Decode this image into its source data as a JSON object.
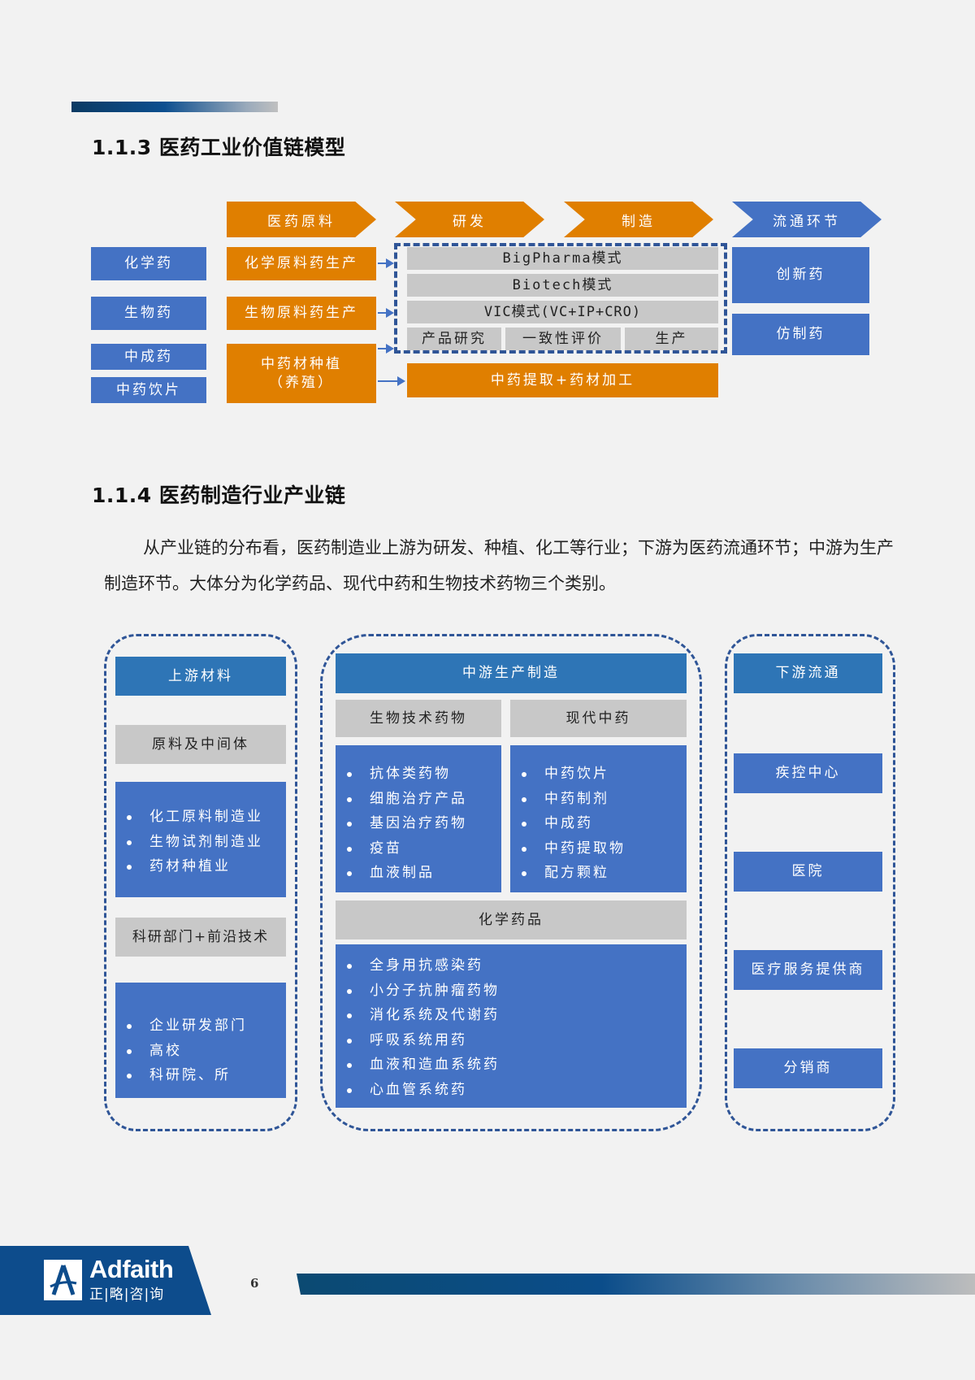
{
  "section_113": {
    "title": "1.1.3 医药工业价值链模型",
    "stages": [
      "医药原料",
      "研发",
      "制造",
      "流通环节"
    ],
    "drug_types": [
      "化学药",
      "生物药",
      "中成药",
      "中药饮片"
    ],
    "raw_materials": [
      "化学原料药生产",
      "生物原料药生产",
      "中药材种植\n（养殖）"
    ],
    "models": [
      "BigPharma模式",
      "Biotech模式",
      "VIC模式(VC+IP+CRO)"
    ],
    "process_steps": [
      "产品研究",
      "一致性评价",
      "生产"
    ],
    "tcm_processing": "中药提取+药材加工",
    "circulation": [
      "创新药",
      "仿制药"
    ]
  },
  "section_114": {
    "title": "1.1.4 医药制造行业产业链",
    "paragraph": "从产业链的分布看，医药制造业上游为研发、种植、化工等行业；下游为医药流通环节；中游为生产制造环节。大体分为化学药品、现代中药和生物技术药物三个类别。",
    "upstream": {
      "header": "上游材料",
      "group1_title": "原料及中间体",
      "group1_items": [
        "化工原料制造业",
        "生物试剂制造业",
        "药材种植业"
      ],
      "group2_title": "科研部门+前沿技术",
      "group2_items": [
        "企业研发部门",
        "高校",
        "科研院、所"
      ]
    },
    "midstream": {
      "header": "中游生产制造",
      "bio_title": "生物技术药物",
      "bio_items": [
        "抗体类药物",
        "细胞治疗产品",
        "基因治疗药物",
        "疫苗",
        "血液制品"
      ],
      "tcm_title": "现代中药",
      "tcm_items": [
        "中药饮片",
        "中药制剂",
        "中成药",
        "中药提取物",
        "配方颗粒"
      ],
      "chem_title": "化学药品",
      "chem_items": [
        "全身用抗感染药",
        "小分子抗肿瘤药物",
        "消化系统及代谢药",
        "呼吸系统用药",
        "血液和造血系统药",
        "心血管系统药"
      ]
    },
    "downstream": {
      "header": "下游流通",
      "items": [
        "疾控中心",
        "医院",
        "医疗服务提供商",
        "分销商"
      ]
    }
  },
  "footer": {
    "brand": "Adfaith",
    "brand_cn": "正|略|咨|询",
    "page_number": "6"
  },
  "colors": {
    "blue": "#4472c4",
    "blue_header": "#2e75b6",
    "orange": "#e07f00",
    "gray": "#c8c8c8",
    "dash": "#2f5597"
  }
}
